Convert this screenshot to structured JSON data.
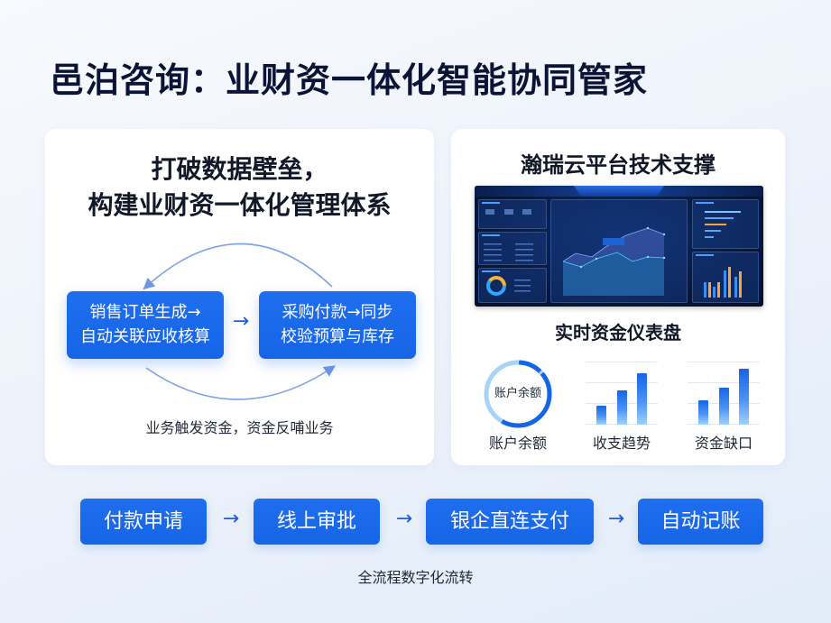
{
  "page": {
    "title": "邑泊咨询：业财资一体化智能协同管家"
  },
  "left_card": {
    "headline_line1": "打破数据壁垒，",
    "headline_line2": "构建业财资一体化管理体系",
    "process_boxes": [
      {
        "line1": "销售订单生成→",
        "line2": "自动关联应收核算"
      },
      {
        "line1": "采购付款→同步",
        "line2": "校验预算与库存"
      }
    ],
    "middle_arrow": "→",
    "caption": "业务触发资金，资金反哺业务"
  },
  "right_card": {
    "headline": "瀚瑞云平台技术支撑",
    "dashboard_screenshot": {
      "icon": "dashboard-screenshot-image",
      "colors": {
        "background": "#071637",
        "accent": "#4f9cff",
        "highlight": "#f5a53b"
      }
    },
    "sub_headline": "实时资金仪表盘",
    "metrics": [
      {
        "label": "账户余额",
        "type": "donut",
        "center_text": "账户余额"
      },
      {
        "label": "收支趋势",
        "type": "bar",
        "values": [
          30,
          55,
          85
        ]
      },
      {
        "label": "资金缺口",
        "type": "bar",
        "values": [
          37,
          60,
          90
        ]
      }
    ]
  },
  "flow": {
    "steps": [
      {
        "label": "付款申请"
      },
      {
        "label": "线上审批"
      },
      {
        "label": "银企直连支付"
      },
      {
        "label": "自动记账"
      }
    ],
    "arrow": "→",
    "caption": "全流程数字化流转"
  },
  "colors": {
    "primary_blue": "#1565e6",
    "title_navy": "#0b1437",
    "donut_dark": "#1565e6",
    "donut_light": "#9ccdf5"
  }
}
